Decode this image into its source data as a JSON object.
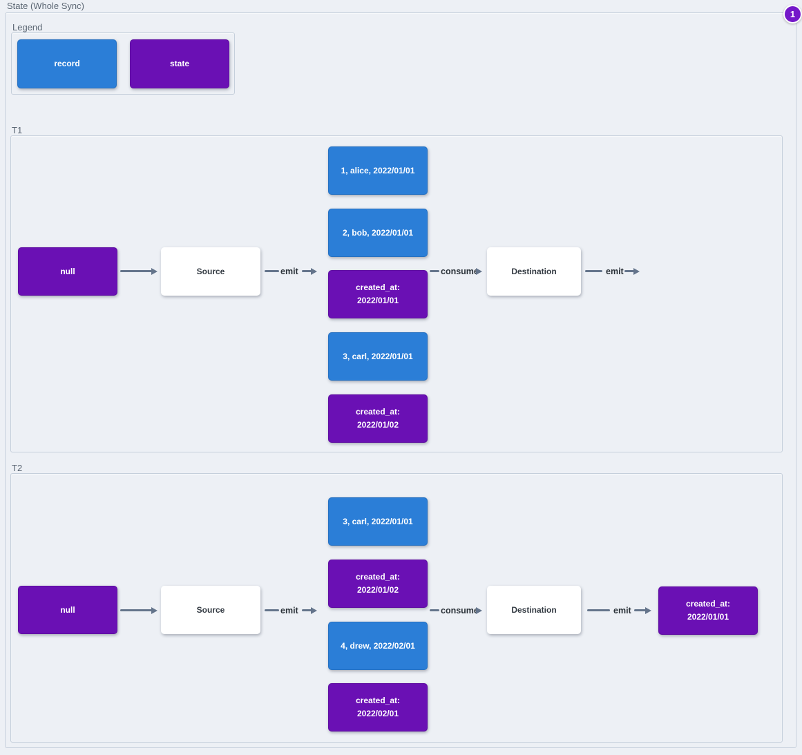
{
  "title": "State (Whole Sync)",
  "badge": {
    "value": "1"
  },
  "colors": {
    "record": "#2b7ed7",
    "state": "#6a10b4",
    "badge": "#7418c9",
    "arrow": "#64748b",
    "bg": "#edf0f5",
    "border": "#c5cfdb"
  },
  "legend": {
    "label": "Legend",
    "items": [
      {
        "label": "record",
        "type": "record"
      },
      {
        "label": "state",
        "type": "state"
      }
    ]
  },
  "sections": [
    {
      "label": "T1",
      "nodes": {
        "start": "null",
        "source": "Source",
        "destination": "Destination"
      },
      "edges": {
        "emit_source": "emit",
        "consume": "consume",
        "emit_destination": "emit"
      },
      "stack": [
        {
          "text": "1, alice, 2022/01/01",
          "type": "record"
        },
        {
          "text": "2, bob, 2022/01/01",
          "type": "record"
        },
        {
          "text": "created_at:\n2022/01/01",
          "type": "state"
        },
        {
          "text": "3, carl, 2022/01/01",
          "type": "record"
        },
        {
          "text": "created_at:\n2022/01/02",
          "type": "state"
        }
      ],
      "result": null
    },
    {
      "label": "T2",
      "nodes": {
        "start": "null",
        "source": "Source",
        "destination": "Destination"
      },
      "edges": {
        "emit_source": "emit",
        "consume": "consume",
        "emit_destination": "emit"
      },
      "stack": [
        {
          "text": "3, carl, 2022/01/01",
          "type": "record"
        },
        {
          "text": "created_at:\n2022/01/02",
          "type": "state"
        },
        {
          "text": "4, drew, 2022/02/01",
          "type": "record"
        },
        {
          "text": "created_at:\n2022/02/01",
          "type": "state"
        }
      ],
      "result": {
        "text": "created_at:\n2022/01/01",
        "type": "state"
      }
    }
  ]
}
